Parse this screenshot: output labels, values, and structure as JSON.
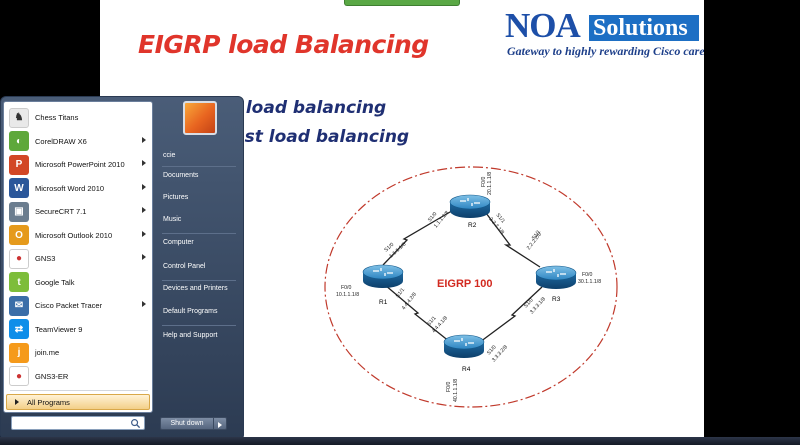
{
  "slide": {
    "title": "EIGRP load Balancing",
    "logo": {
      "brand_main": "NOA",
      "brand_sub": "Solutions",
      "tagline": "Gateway to  highly rewarding Cisco career"
    },
    "bullets": [
      "ost load balancing",
      "l-cost load balancing"
    ],
    "diagram": {
      "center_label": "EIGRP  100",
      "routers": [
        "R1",
        "R2",
        "R3",
        "R4"
      ],
      "link_labels": [
        "F0/0",
        "10.1.1.1/8",
        "S1/0",
        "1.1.1.1/8",
        "S1/0",
        "1.1.1.2/8",
        "F0/0",
        "20.1.1.1/8",
        "S1/1",
        "2.2.2.1/8",
        "S1/1",
        "2.2.2.2/8",
        "F0/0",
        "30.1.1.1/8",
        "S1/0",
        "3.3.3.1/8",
        "S1/0",
        "3.3.3.2/8",
        "S1/1",
        "4.4.4.1/8",
        "S1/1",
        "4.4.4.2/8",
        "F0/0",
        "40.1.1.1/8"
      ]
    }
  },
  "start_menu": {
    "programs": [
      {
        "label": "Chess Titans",
        "icon": "chess-icon",
        "has_arrow": false
      },
      {
        "label": "CorelDRAW X6",
        "icon": "coreldraw-icon",
        "has_arrow": true
      },
      {
        "label": "Microsoft PowerPoint 2010",
        "icon": "powerpoint-icon",
        "has_arrow": true
      },
      {
        "label": "Microsoft Word 2010",
        "icon": "word-icon",
        "has_arrow": true
      },
      {
        "label": "SecureCRT 7.1",
        "icon": "securecrt-icon",
        "has_arrow": true
      },
      {
        "label": "Microsoft Outlook 2010",
        "icon": "outlook-icon",
        "has_arrow": true
      },
      {
        "label": "GNS3",
        "icon": "gns3-icon",
        "has_arrow": true
      },
      {
        "label": "Google Talk",
        "icon": "google-talk-icon",
        "has_arrow": false
      },
      {
        "label": "Cisco Packet Tracer",
        "icon": "packet-tracer-icon",
        "has_arrow": true
      },
      {
        "label": "TeamViewer 9",
        "icon": "teamviewer-icon",
        "has_arrow": false
      },
      {
        "label": "join.me",
        "icon": "joinme-icon",
        "has_arrow": false
      },
      {
        "label": "GNS3-ER",
        "icon": "gns3-er-icon",
        "has_arrow": false
      }
    ],
    "all_programs": "All Programs",
    "search_placeholder": "",
    "right_items": [
      "ccie",
      "Documents",
      "Pictures",
      "Music",
      "Computer",
      "Control Panel",
      "Devices and Printers",
      "Default Programs",
      "Help and Support"
    ],
    "shutdown_label": "Shut down"
  },
  "colors": {
    "title_red": "#e0352b",
    "bullet_navy": "#1f2f73",
    "logo_blue": "#1d4fa8",
    "router_blue": "#1a6fa8",
    "ellipse_red": "#c0392b",
    "all_programs_highlight": "#f3cf88"
  }
}
